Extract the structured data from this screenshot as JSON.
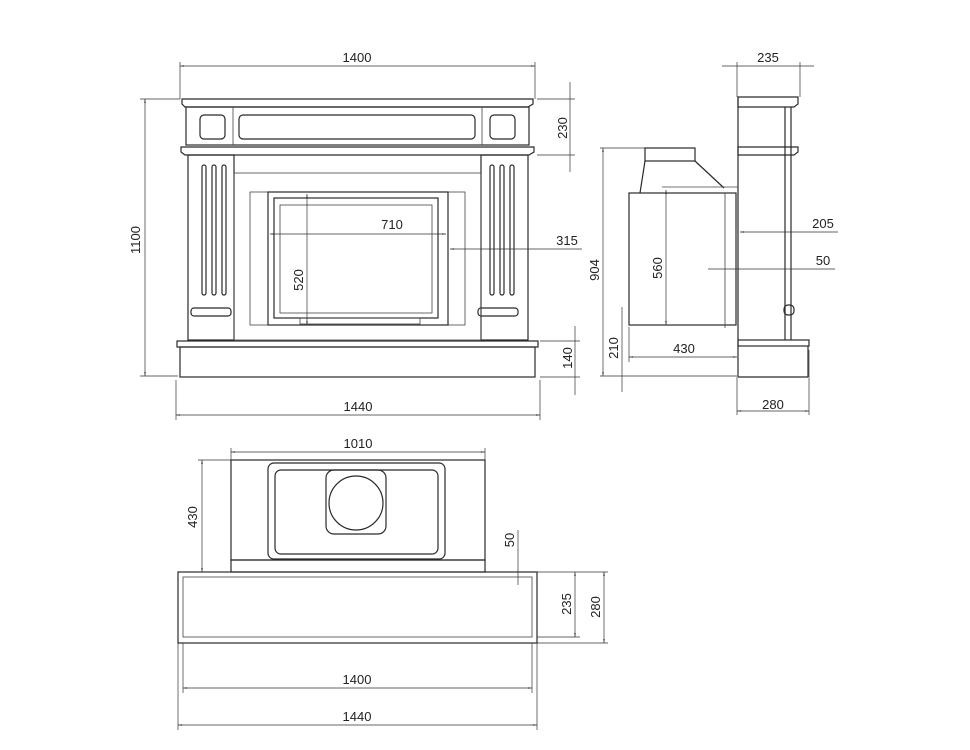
{
  "front_view": {
    "width_top": "1400",
    "height_total": "1100",
    "frieze_height": "230",
    "hearth_height": "140",
    "width_base": "1440",
    "insert_width": "710",
    "insert_height": "520",
    "opening_offset": "315"
  },
  "side_view": {
    "mantel_depth": "235",
    "insert_total_height": "904",
    "insert_body_height": "560",
    "insert_bottom": "210",
    "insert_depth": "430",
    "hearth_depth": "280",
    "surround_depth": "205",
    "frame_depth": "50"
  },
  "top_view": {
    "insert_width": "1010",
    "insert_depth": "430",
    "offset": "50",
    "mantel_depth": "235",
    "hearth_depth": "280",
    "mantel_width": "1400",
    "hearth_width": "1440"
  }
}
